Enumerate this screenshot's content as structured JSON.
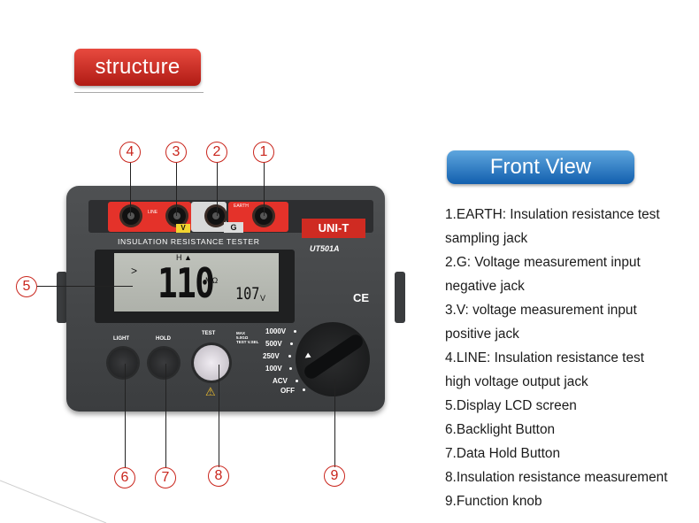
{
  "header": {
    "structure_label": "structure"
  },
  "front_view": {
    "title": "Front View",
    "items": [
      "1.EARTH: Insulation resistance test",
      "sampling jack",
      "2.G: Voltage measurement input",
      "negative jack",
      "3.V: voltage measurement input",
      "positive jack",
      "4.LINE: Insulation resistance test",
      "high voltage output jack",
      "5.Display LCD screen",
      "6.Backlight Button",
      "7.Data Hold Button",
      "8.Insulation resistance measurement",
      "9.Function knob"
    ]
  },
  "callouts": [
    "1",
    "2",
    "3",
    "4",
    "5",
    "6",
    "7",
    "8",
    "9"
  ],
  "device": {
    "brand": "UNI-T",
    "model": "UT501A",
    "panel_title": "INSULATION RESISTANCE TESTER",
    "jack_line": "LINE",
    "jack_earth": "EARTH",
    "jack_v": "V",
    "jack_g": "G",
    "lcd_main": "110",
    "lcd_unit": "MΩ",
    "lcd_secondary": "107",
    "lcd_secondary_unit": "V",
    "lcd_indicator": "H ▲",
    "lcd_arrow": ">",
    "ce": "CE",
    "buttons": {
      "light": "LIGHT",
      "hold": "HOLD",
      "test": "TEST"
    },
    "ranges": [
      "1000V",
      "500V",
      "250V",
      "100V",
      "ACV",
      "OFF"
    ],
    "range_note": [
      "MAX",
      "5.0GΩ",
      "TEST V.SEL"
    ]
  }
}
